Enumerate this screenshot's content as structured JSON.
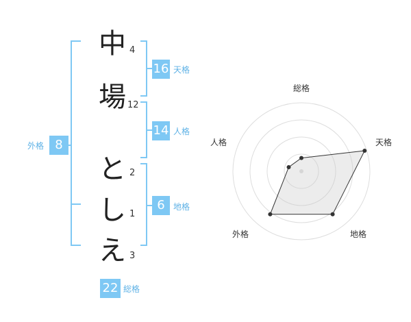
{
  "name": {
    "chars": [
      "中",
      "場",
      "と",
      "し",
      "え"
    ],
    "strokes": [
      "4",
      "12",
      "2",
      "1",
      "3"
    ]
  },
  "kakusu": {
    "tenkaku": {
      "value": "16",
      "label": "天格"
    },
    "jinkaku": {
      "value": "14",
      "label": "人格"
    },
    "chikaku": {
      "value": "6",
      "label": "地格"
    },
    "gaikaku": {
      "value": "8",
      "label": "外格"
    },
    "soukaku": {
      "value": "22",
      "label": "総格"
    }
  },
  "chart_data": {
    "type": "radar",
    "axes": [
      "総格",
      "天格",
      "地格",
      "外格",
      "人格"
    ],
    "values": [
      1,
      5,
      4,
      4,
      1
    ],
    "rmax": 5,
    "rings": 4
  },
  "colors": {
    "accent": "#7ec8f4",
    "bracket": "#7ec8f4",
    "label": "#5fb2e6"
  }
}
